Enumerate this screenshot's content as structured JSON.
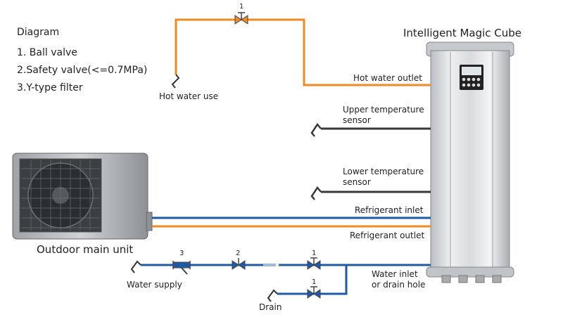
{
  "legend": {
    "title": "Diagram",
    "items": [
      "1. Ball valve",
      "2.Safety valve(<=0.7MPa)",
      "3.Y-type filter"
    ]
  },
  "tank": {
    "title": "Intelligent Magic Cube"
  },
  "outdoor_unit": {
    "label": "Outdoor main unit"
  },
  "pipes": {
    "hot_water_outlet": "Hot water outlet",
    "hot_water_use": "Hot water use",
    "upper_sensor_line1": "Upper temperature",
    "upper_sensor_line2": "sensor",
    "lower_sensor_line1": "Lower temperature",
    "lower_sensor_line2": "sensor",
    "refrigerant_inlet": "Refrigerant inlet",
    "refrigerant_outlet": "Refrigerant outlet",
    "water_inlet_line1": "Water inlet",
    "water_inlet_line2": "or drain hole",
    "water_supply": "Water supply",
    "drain": "Drain"
  },
  "valve_numbers": {
    "top": "1",
    "filter": "3",
    "safety": "2",
    "ball_main": "1",
    "ball_drain": "1"
  },
  "colors": {
    "hot_pipe": "#f08a24",
    "cold_pipe": "#1f5aa6",
    "sensor_wire": "#3a3a3a",
    "tank_body": "#d9dcdf",
    "outdoor_body": "#b9bcbf"
  }
}
